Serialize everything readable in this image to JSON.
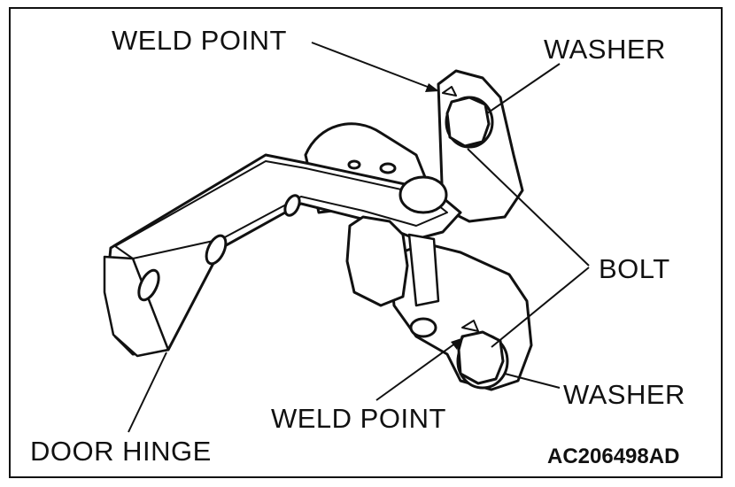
{
  "labels": {
    "weld_point_top": "WELD POINT",
    "washer_top": "WASHER",
    "bolt": "BOLT",
    "washer_bottom": "WASHER",
    "weld_point_bottom": "WELD POINT",
    "door_hinge": "DOOR HINGE"
  },
  "figure_code": "AC206498AD"
}
